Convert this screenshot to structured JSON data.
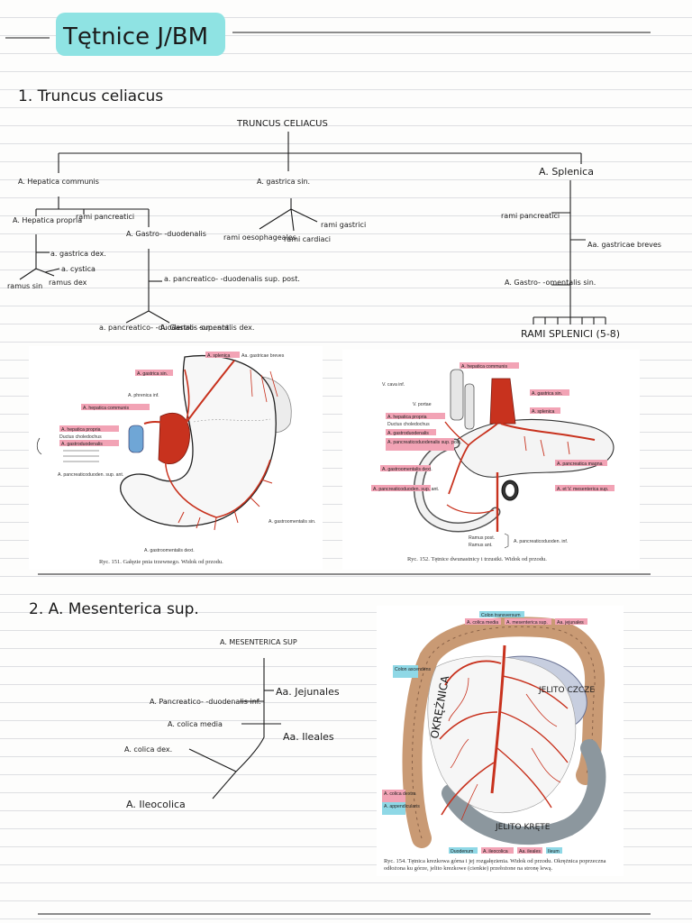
{
  "page": {
    "title": "Tętnice J/BM",
    "colors": {
      "highlight": "#8fe3e3",
      "pink_tag": "#f2a3b5",
      "cyan_tag": "#8fd8e6",
      "artery": "#c8321e",
      "colon": "#c99a74",
      "ileum": "#8c979e"
    }
  },
  "section1": {
    "heading": "1. Truncus celiacus",
    "tree": {
      "root": "TRUNCUS CELIACUS",
      "hepatica_communis": "A. Hepatica communis",
      "hepatica_propria": "A. Hepatica propria",
      "rami_pancreatici_small": "rami pancreatici",
      "gastroduodenalis": "A. Gastro- -duodenalis",
      "gastrica_dex": "a. gastrica dex.",
      "cystica": "a. cystica",
      "ramus_dex": "ramus dex",
      "ramus_sin": "ramus sin",
      "panc_duod_sup_post": "a. pancreatico- -duodenalis sup. post.",
      "panc_duod_sup_ant": "a. pancreatico- -duodenalis sup. ant.",
      "gastroomentalis_dex": "A. Gastro- -omentalis dex.",
      "gastrica_sin": "A. gastrica sin.",
      "rami_oesophageales": "rami oesophageales",
      "rami_cardiaci": "rami cardiaci",
      "rami_gastrici": "rami gastrici",
      "splenica": "A. Splenica",
      "rami_pancreatici": "rami pancreatici",
      "gastricae_breves": "Aa. gastricae breves",
      "gastroomentalis_sin": "A. Gastro- -omentalis sin.",
      "rami_splenici": "RAMI SPLENICI (5-8)"
    },
    "figure151": {
      "caption": "Ryc. 151. Gałęzie pnia trzewnego. Widok od przodu.",
      "labels": {
        "splenica": "A. splenica",
        "gastricae_breves": "Aa. gastricae breves",
        "gastrica_sin": "A. gastrica sin.",
        "phrenica_inf": "A. phrenica inf.",
        "hepatica_communis": "A. hepatica communis",
        "hepatica_propria": "A. hepatica propria",
        "ductus_choledochus": "Ductus choledochus",
        "gastroduodenalis": "A. gastroduodenalis",
        "panc_duod_sup_ant": "A. pancreaticoduoden. sup. ant.",
        "gastroomentalis_sin": "A. gastroomentalis sin.",
        "gastroomentalis_dex": "A. gastroomentalis dext."
      }
    },
    "figure152": {
      "caption": "Ryc. 152. Tętnice dwunastnicy i trzustki. Widok od przodu.",
      "labels": {
        "hepatica_communis": "A. hepatica communis",
        "vena_cava": "V. cava inf.",
        "gastrica_sin": "A. gastrica sin.",
        "v_portae": "V. portae",
        "splenica": "A. splenica",
        "hepatica_propria": "A. hepatica propria",
        "ductus_choledochus": "Ductus choledochus",
        "gastroduodenalis": "A. gastroduodenalis",
        "panc_duod_sup_post": "A. pancreaticoduodenalis sup. post.",
        "gastroomentalis_dex": "A. gastroomentalis dext.",
        "panc_duod_sup_ant": "A. pancreaticoduoden. sup. ant.",
        "pancreatica_magna": "A. pancreatica magna",
        "mesenterica_sup": "A. et V. mesenterica sup.",
        "ramus_post": "Ramus post.",
        "ramus_ant": "Ramus ant.",
        "panc_duod_inf": "A. pancreaticoduoden. inf."
      }
    }
  },
  "section2": {
    "heading": "2. A. Mesenterica sup.",
    "tree": {
      "root": "A. MESENTERICA SUP",
      "jejunales": "Aa. Jejunales",
      "ileales": "Aa. Ileales",
      "panc_duod_inf": "A. Pancreatico- -duodenalis inf.",
      "colica_media": "A. colica media",
      "colica_dex": "A. colica dex.",
      "ileocolica": "A. Ileocolica"
    },
    "figure154": {
      "caption": "Ryc. 154. Tętnica krezkowa górna i jej rozgałęzienia. Widok od przodu. Okrężnica poprzeczna odłożona ku górze, jelito krezkowe (cienkie) przełożone na stronę lewą.",
      "labels": {
        "colon_transversum": "Colon transversum",
        "colica_media": "A. colica media",
        "mesenterica_sup": "A. mesenterica sup.",
        "jejunales": "Aa. jejunales",
        "colon_ascendens": "Colon ascendens",
        "colica_dextra": "A. colica dextra",
        "appendicularis": "A. appendicularis",
        "duodenum": "Duodenum",
        "ileocolica": "A. ileocolica",
        "ileales": "Aa. ileales",
        "ileum": "Ileum",
        "jelito_czcze": "JELITO CZCZE",
        "okreznica": "OKRĘŻNICA",
        "jelito_kręte": "JELITO KRĘTE"
      }
    }
  }
}
